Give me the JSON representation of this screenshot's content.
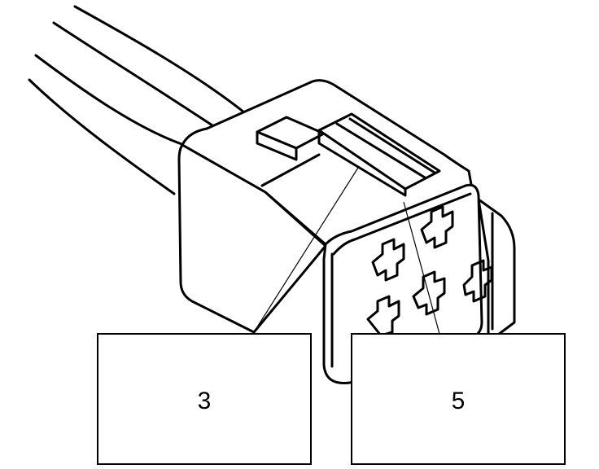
{
  "diagram": {
    "callouts": [
      {
        "id": "callout-3",
        "label": "3"
      },
      {
        "id": "callout-5",
        "label": "5"
      }
    ],
    "colors": {
      "ink": "#000000",
      "paper": "#ffffff"
    }
  }
}
